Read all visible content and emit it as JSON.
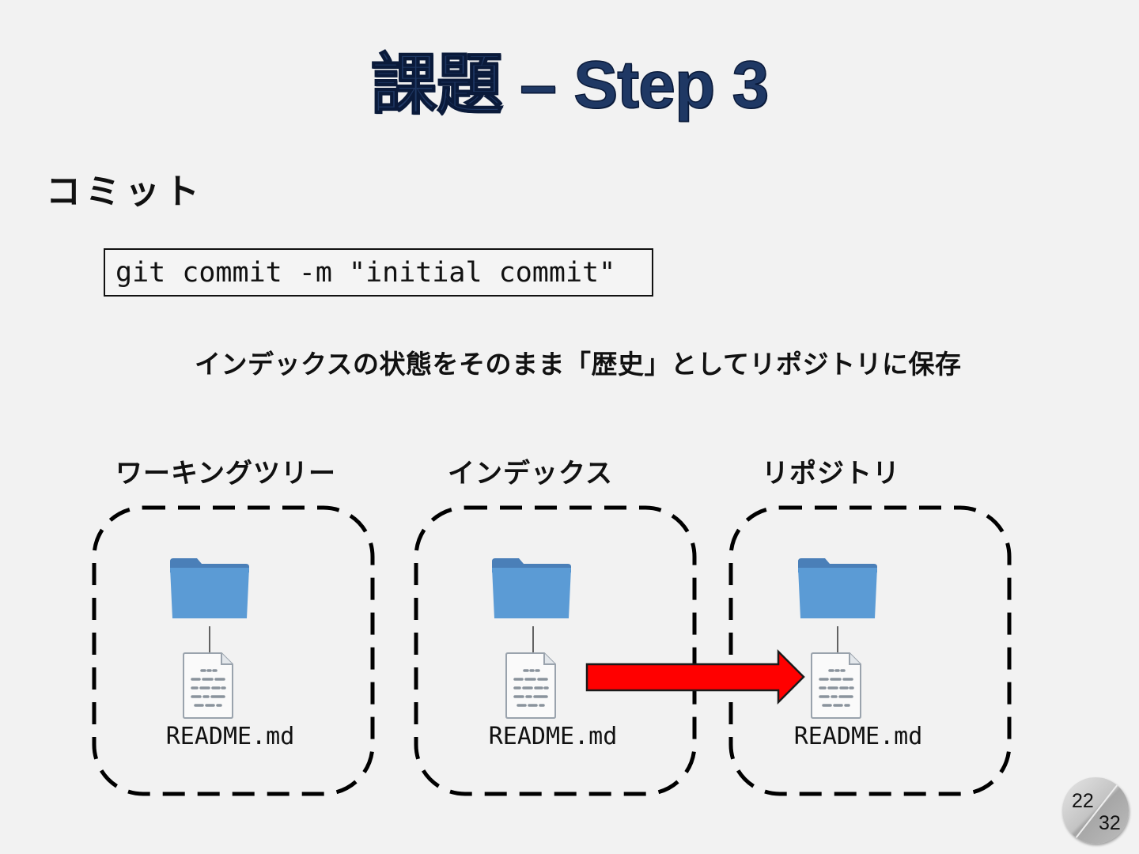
{
  "title": "課題 – Step 3",
  "section_heading": "コミット",
  "command": "git commit -m \"initial commit\"",
  "description": "インデックスの状態をそのまま「歴史」としてリポジトリに保存",
  "areas": [
    {
      "label": "ワーキングツリー",
      "file": "README.md"
    },
    {
      "label": "インデックス",
      "file": "README.md"
    },
    {
      "label": "リポジトリ",
      "file": "README.md"
    }
  ],
  "arrow": {
    "from": "インデックス",
    "to": "リポジトリ",
    "color": "#ff0000"
  },
  "colors": {
    "title": "#1f3864",
    "folder": "#5b9bd5",
    "folder_tab": "#4a7fb8",
    "arrow": "#ff0000",
    "background": "#f2f2f2"
  },
  "icons": {
    "folder": "folder-icon",
    "file": "document-icon"
  },
  "page": {
    "current": "22",
    "total": "32"
  }
}
